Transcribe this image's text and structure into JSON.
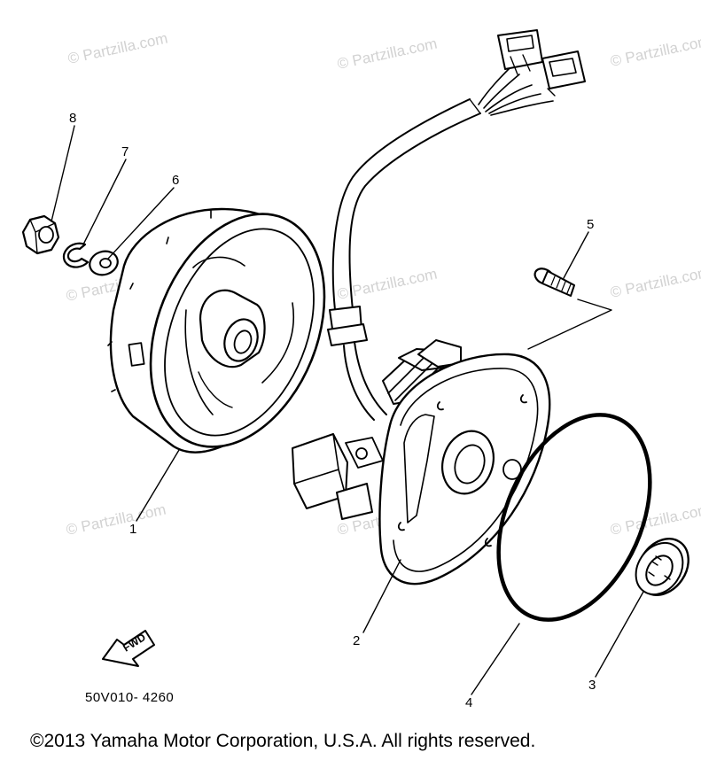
{
  "watermark": {
    "text": "© Partzilla.com"
  },
  "callouts": [
    {
      "id": "1",
      "label": "1"
    },
    {
      "id": "2",
      "label": "2"
    },
    {
      "id": "3",
      "label": "3"
    },
    {
      "id": "4",
      "label": "4"
    },
    {
      "id": "5",
      "label": "5"
    },
    {
      "id": "6",
      "label": "6"
    },
    {
      "id": "7",
      "label": "7"
    },
    {
      "id": "8",
      "label": "8"
    }
  ],
  "fwd_label": "FWD",
  "drawing_code": "50V010- 4260",
  "copyright": "©2013  Yamaha Motor Corporation, U.S.A. All rights reserved."
}
